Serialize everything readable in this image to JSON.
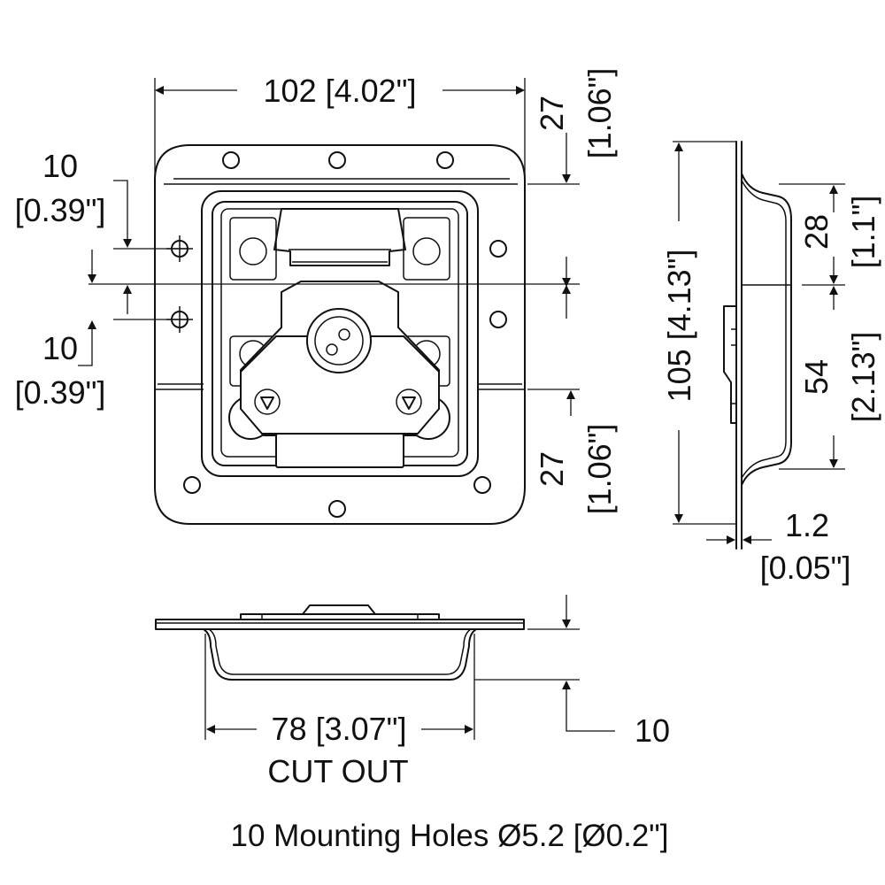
{
  "front_view": {
    "width_label": "102 [4.02\"]",
    "top_offset_mm": "27",
    "top_offset_in": "[1.06\"]",
    "bottom_offset_mm": "27",
    "bottom_offset_in": "[1.06\"]",
    "left_upper_mm": "10",
    "left_upper_in": "[0.39\"]",
    "left_lower_mm": "10",
    "left_lower_in": "[0.39\"]"
  },
  "side_view": {
    "height_label": "105 [4.13\"]",
    "upper_mm": "28",
    "upper_in": "[1.1\"]",
    "lower_mm": "54",
    "lower_in": "[2.13\"]",
    "flange_mm": "1.2",
    "flange_in": "[0.05\"]"
  },
  "bottom_view": {
    "cutout_label": "78 [3.07\"]",
    "cutout_caption": "CUT OUT",
    "depth_label": "10"
  },
  "footer_note": "10 Mounting Holes Ø5.2 [Ø0.2\"]"
}
